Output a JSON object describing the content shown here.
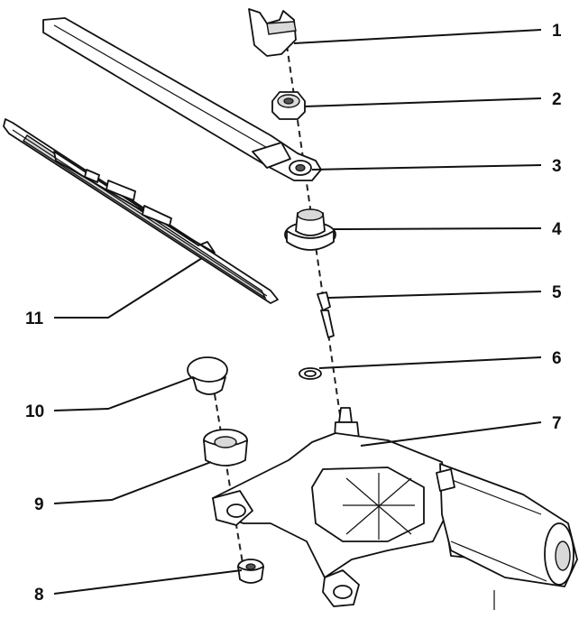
{
  "callouts": [
    {
      "id": 1,
      "label": "1"
    },
    {
      "id": 2,
      "label": "2"
    },
    {
      "id": 3,
      "label": "3"
    },
    {
      "id": 4,
      "label": "4"
    },
    {
      "id": 5,
      "label": "5"
    },
    {
      "id": 6,
      "label": "6"
    },
    {
      "id": 7,
      "label": "7"
    },
    {
      "id": 8,
      "label": "8"
    },
    {
      "id": 9,
      "label": "9"
    },
    {
      "id": 10,
      "label": "10"
    },
    {
      "id": 11,
      "label": "11"
    }
  ],
  "colors": {
    "line": "#111111",
    "background": "#ffffff",
    "shade": "#d9d9d9"
  }
}
